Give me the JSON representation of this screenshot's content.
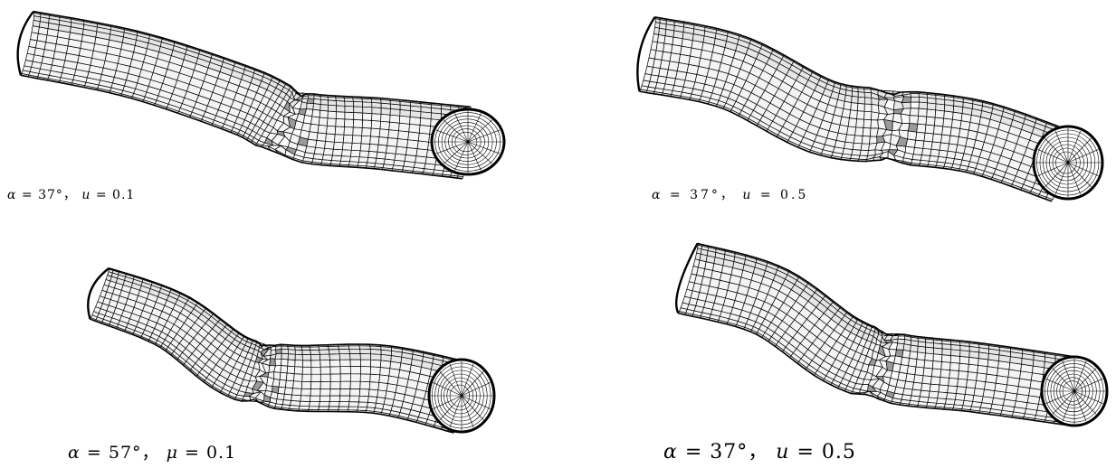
{
  "panels": [
    {
      "id": "a",
      "caption": {
        "alpha_sym": "α",
        "alpha_eq": "= 37°，",
        "mu_sym": "u",
        "mu_eq": "= 0.1"
      }
    },
    {
      "id": "b",
      "caption": {
        "alpha_sym": "α",
        "alpha_eq": "= 37°，",
        "mu_sym": "u",
        "mu_eq": "= 0.5"
      }
    },
    {
      "id": "c",
      "caption": {
        "alpha_sym": "α",
        "alpha_eq": "= 57°，",
        "mu_sym": "μ",
        "mu_eq": "= 0.1"
      }
    },
    {
      "id": "d",
      "caption": {
        "alpha_sym": "α",
        "alpha_eq": "= 37°，",
        "mu_sym": "u",
        "mu_eq": "= 0.5"
      }
    }
  ],
  "colors": {
    "background": "#ffffff",
    "mesh_line": "#000000",
    "surface_light": "#f4f4f4",
    "surface_mid": "#d6d6d6",
    "surface_dark": "#9a9a9a"
  }
}
